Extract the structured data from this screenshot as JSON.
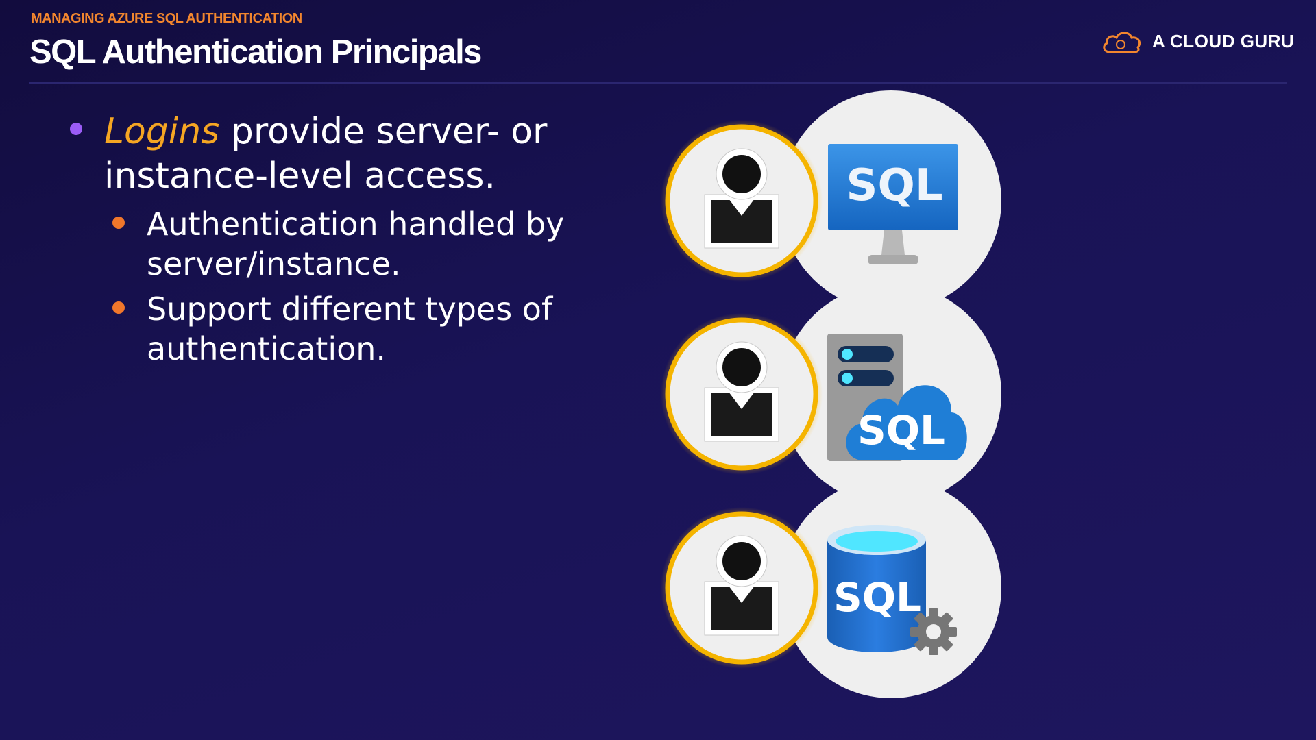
{
  "header": {
    "kicker": "MANAGING AZURE SQL AUTHENTICATION",
    "title": "SQL Authentication Principals"
  },
  "brand": {
    "name": "A CLOUD GURU"
  },
  "bullets": {
    "main_emphasis": "Logins",
    "main_rest": "provide server- or instance-level access.",
    "sub_items": [
      "Authentication handled by server/instance.",
      "Support different types of authentication."
    ]
  },
  "icons": [
    "user-icon",
    "sql-monitor-icon",
    "sql-server-cloud-icon",
    "sql-database-gear-icon"
  ],
  "icon_labels": {
    "sql": "SQL"
  },
  "colors": {
    "accent_orange": "#f2862e",
    "accent_yellow": "#f5a623",
    "bullet_purple": "#9b5cf6",
    "bullet_orange": "#f0772b",
    "azure_blue": "#1f7ed6",
    "ring_gold": "#f5b400"
  }
}
